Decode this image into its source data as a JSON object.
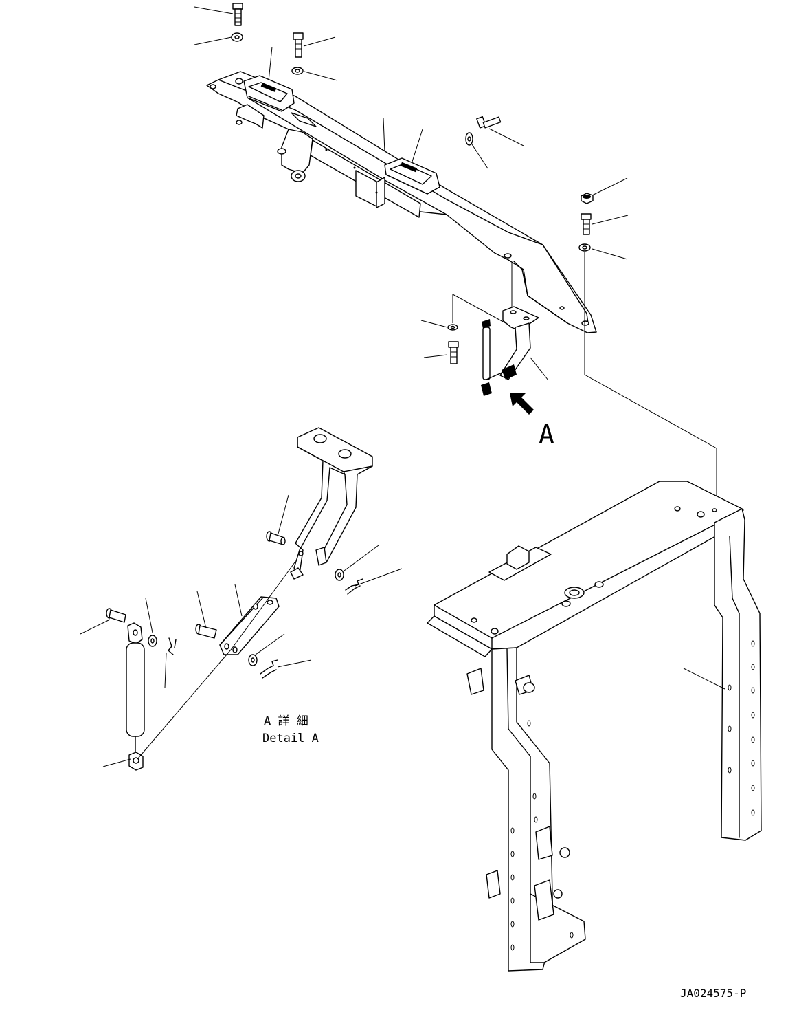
{
  "view_label": "A",
  "detail_title_jp": "A 詳 細",
  "detail_title_en": "Detail A",
  "drawing_number": "JA024575-P"
}
